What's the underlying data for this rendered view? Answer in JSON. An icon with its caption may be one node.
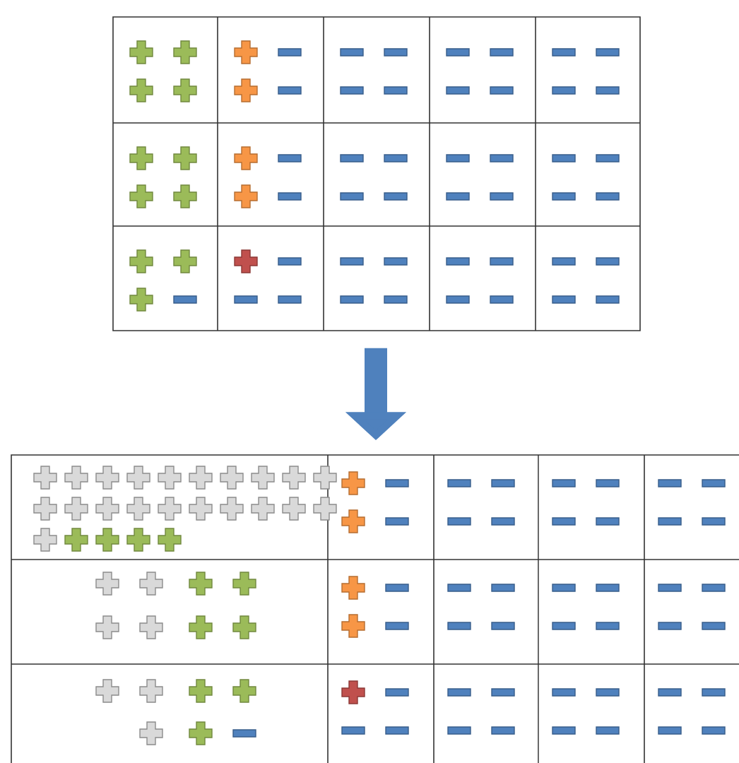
{
  "diagram": {
    "nodes": [
      {
        "text": [],
        "shape": "grid"
      },
      {
        "text": [],
        "shape": "grid"
      }
    ],
    "edges": [
      {
        "from": 0,
        "to": 1,
        "arrow": "to"
      }
    ]
  }
}
